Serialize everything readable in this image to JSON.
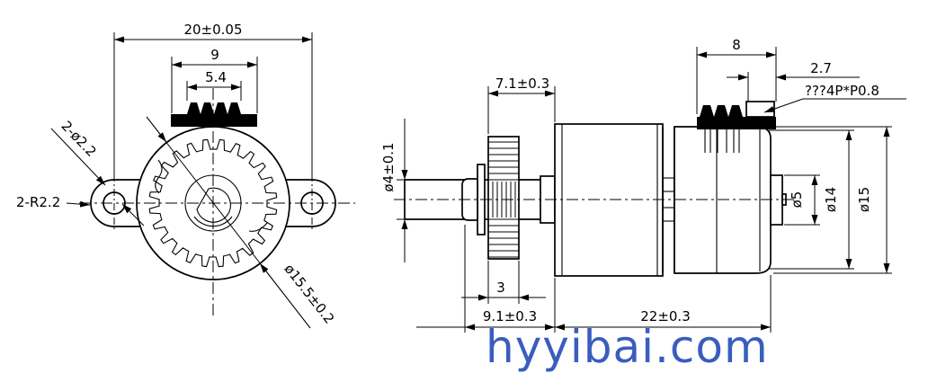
{
  "drawing": {
    "title": "gear-motor-technical-drawing",
    "colors": {
      "line": "#000000",
      "background": "#ffffff"
    },
    "watermark": {
      "text": "hyyibai.com",
      "color": "#3a5dbe"
    },
    "front_view": {
      "dim_mount_hole_spacing": "20±0.05",
      "dim_pinion_width": "9",
      "dim_pinion_teeth_width": "5.4",
      "label_mount_holes": "2-ø2.2",
      "label_mount_ear_radius": "2-R2.2",
      "dim_body_diameter": "ø15.5±0.2"
    },
    "side_view": {
      "dim_gear_position": "7.1±0.3",
      "dim_shaft_diameter": "ø4±0.1",
      "dim_rear_pinion_length": "8",
      "dim_rear_pinion_tip": "2.7",
      "label_rear_pinion_spec": "???4P*P0.8",
      "dim_boss_diameter": "ø5",
      "dim_can_diameter": "ø14",
      "dim_outer_diameter": "ø15",
      "dim_gear_width": "3",
      "dim_shaft_extension": "9.1±0.3",
      "dim_body_length": "22±0.3"
    }
  }
}
